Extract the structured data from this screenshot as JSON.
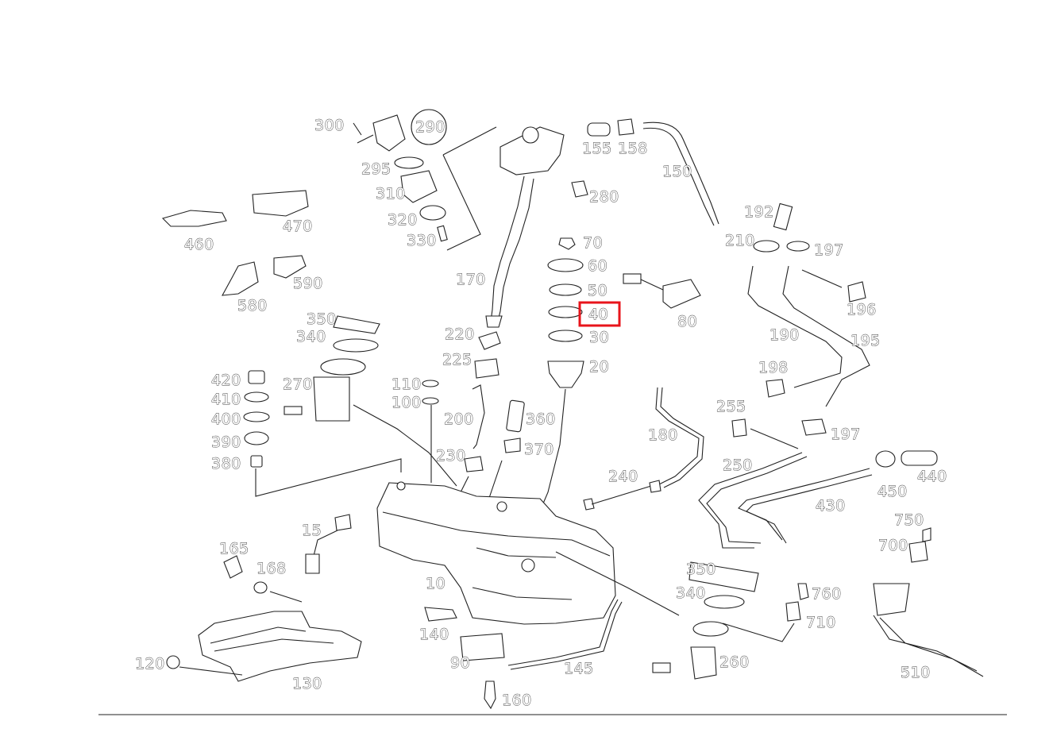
{
  "callouts": {
    "c300": "300",
    "c290": "290",
    "c295": "295",
    "c310": "310",
    "c320": "320",
    "c330": "330",
    "c155": "155",
    "c158": "158",
    "c150": "150",
    "c280": "280",
    "c170": "170",
    "c470": "470",
    "c460": "460",
    "c590": "590",
    "c580": "580",
    "c70": "70",
    "c60": "60",
    "c50": "50",
    "c40": "40",
    "c30": "30",
    "c20": "20",
    "c80": "80",
    "c192": "192",
    "c210": "210",
    "c197a": "197",
    "c196": "196",
    "c190": "190",
    "c195": "195",
    "c198": "198",
    "c255": "255",
    "c197b": "197",
    "c350a": "350",
    "c340a": "340",
    "c270": "270",
    "c420": "420",
    "c410": "410",
    "c400": "400",
    "c390": "390",
    "c380": "380",
    "c220": "220",
    "c225": "225",
    "c110": "110",
    "c100": "100",
    "c200": "200",
    "c360": "360",
    "c370": "370",
    "c230": "230",
    "c180": "180",
    "c240": "240",
    "c250": "250",
    "c430": "430",
    "c450": "450",
    "c440": "440",
    "c15": "15",
    "c165": "165",
    "c168": "168",
    "c10": "10",
    "c350b": "350",
    "c340b": "340",
    "c760": "760",
    "c710": "710",
    "c750": "750",
    "c700": "700",
    "c140": "140",
    "c90": "90",
    "c145": "145",
    "c260": "260",
    "c120": "120",
    "c130": "130",
    "c160": "160",
    "c510": "510"
  },
  "highlighted_callout": "40",
  "highlight_color": "#e8141b"
}
